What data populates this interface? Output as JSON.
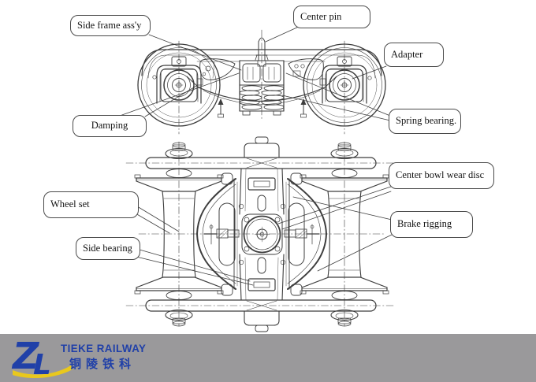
{
  "labels": {
    "center_pin": "Center pin",
    "side_frame": "Side frame ass'y",
    "adapter": "Adapter",
    "damping": "Damping",
    "spring_bearing": "Spring bearing.",
    "wheel_set": "Wheel set",
    "center_bowl": "Center bowl wear disc",
    "brake_rigging": "Brake rigging",
    "side_bearing": "Side bearing"
  },
  "logo": {
    "monogram_z": "Z",
    "monogram_l": "L",
    "name_en": "TIEKE RAILWAY",
    "name_zh": "铜陵铁科",
    "brand_blue": "#2040a8",
    "brand_yellow": "#e9c81d",
    "bar_gray": "#9a999b"
  }
}
